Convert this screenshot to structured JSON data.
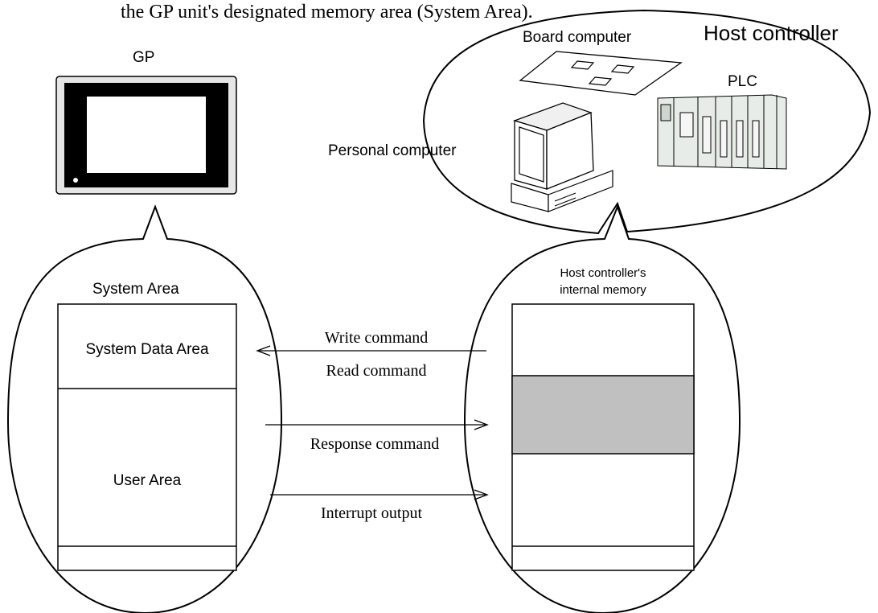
{
  "header_partial": "the GP unit's designated memory area (System Area).",
  "gp": {
    "label": "GP"
  },
  "host": {
    "title": "Host controller",
    "board_computer": "Board computer",
    "plc": "PLC",
    "personal_computer": "Personal computer"
  },
  "gp_memory": {
    "title": "System Area",
    "system_data_area": "System Data Area",
    "user_area": "User Area"
  },
  "host_memory": {
    "title_line1": "Host controller's",
    "title_line2": "internal memory"
  },
  "commands": {
    "write": "Write command",
    "read": "Read command",
    "response": "Response command",
    "interrupt": "Interrupt output"
  },
  "colors": {
    "line": "#000000",
    "highlight_block": "#c0c0c0",
    "gp_bezel": "#e6e6e6",
    "plc_body": "#e8ece8"
  }
}
